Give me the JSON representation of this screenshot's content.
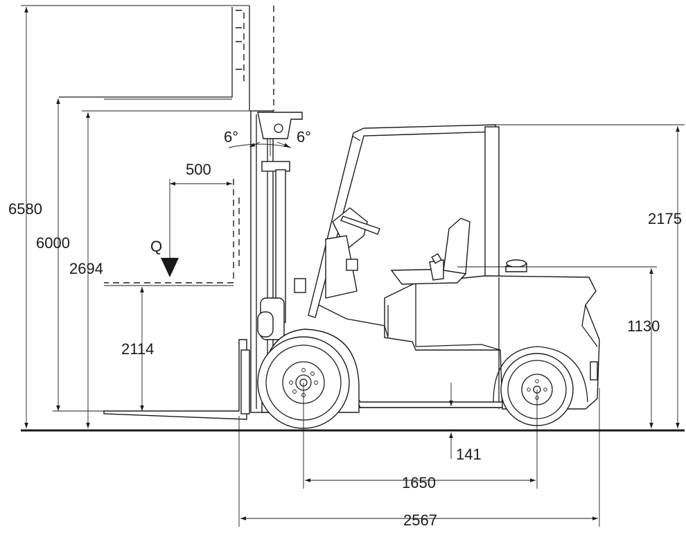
{
  "dimensions": {
    "overall_height_raised": "6580",
    "lift_height": "6000",
    "mast_height_lowered": "2694",
    "free_lift": "2114",
    "load_centre": "500",
    "load_label": "Q",
    "tilt_forward": "6°",
    "tilt_backward": "6°",
    "overhead_guard_height": "2175",
    "seat_height": "1130",
    "ground_clearance": "141",
    "wheelbase": "1650",
    "length_to_fork_face": "2567"
  }
}
